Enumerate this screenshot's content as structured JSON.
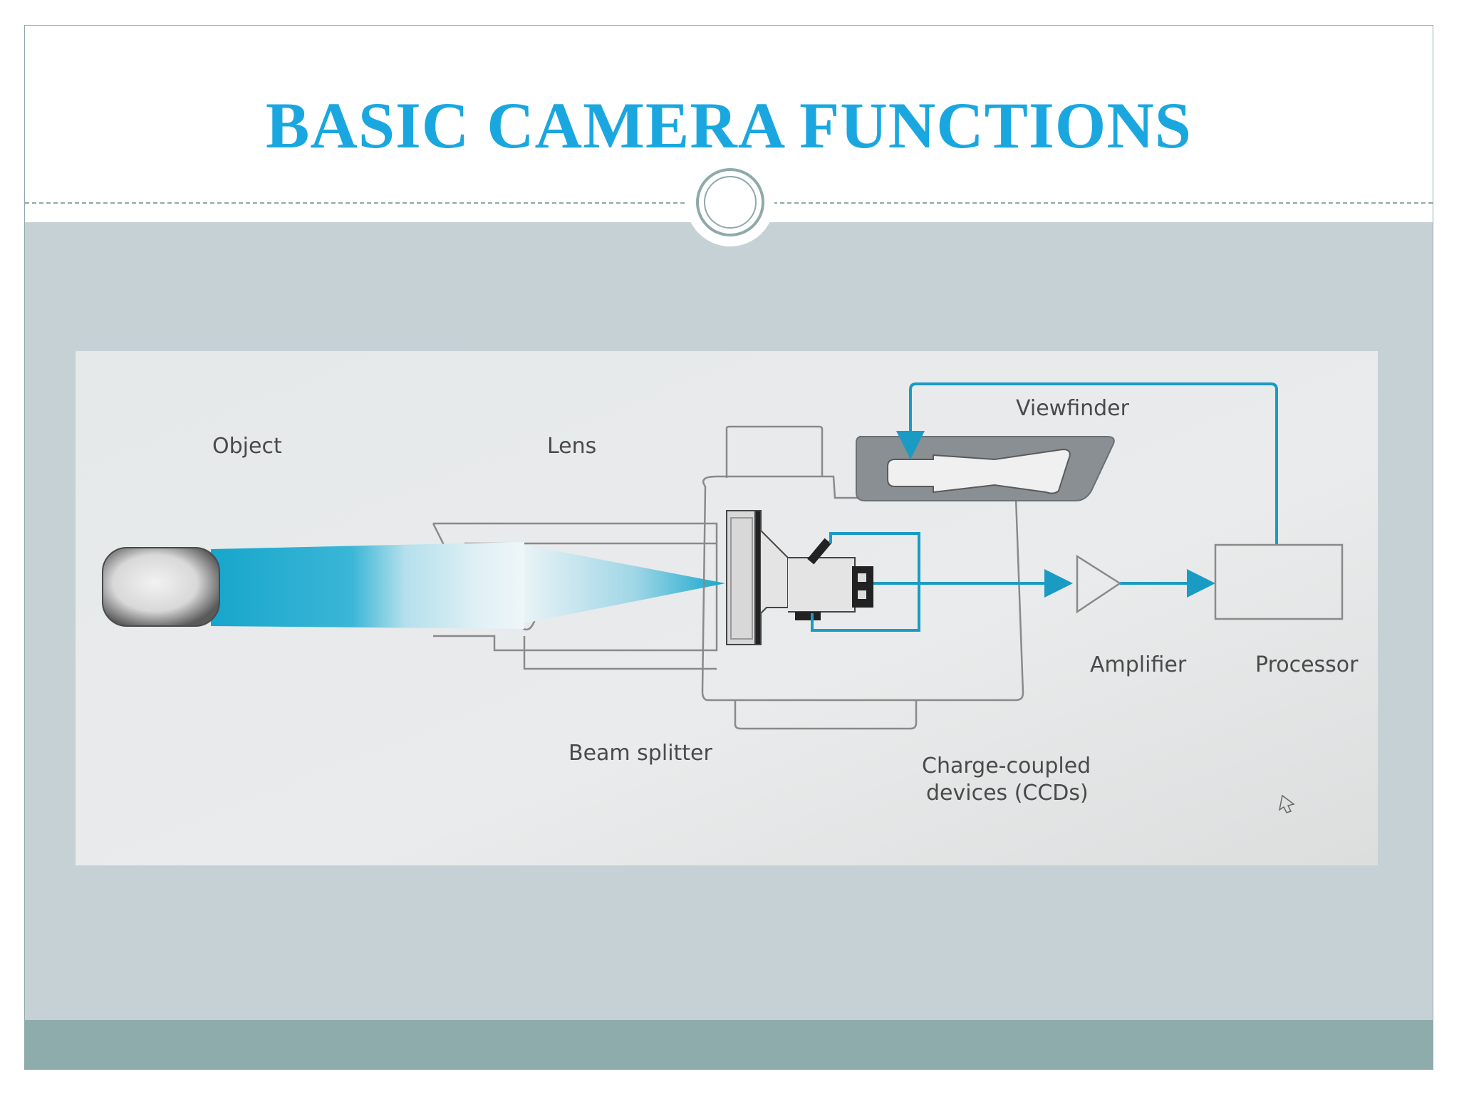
{
  "slide": {
    "title": "BASIC CAMERA FUNCTIONS"
  },
  "diagram": {
    "labels": {
      "object": "Object",
      "lens": "Lens",
      "viewfinder": "Viewfinder",
      "beam_splitter": "Beam splitter",
      "ccd_line1": "Charge-coupled",
      "ccd_line2": "devices (CCDs)",
      "amplifier": "Amplifier",
      "processor": "Processor"
    }
  },
  "colors": {
    "title": "#1aa7e0",
    "accent_line": "#8fa9a9",
    "content_band": "#c6d1d6",
    "footer_band": "#8eacac",
    "signal": "#1a9bc4",
    "light_beam": "#16a6cc"
  }
}
